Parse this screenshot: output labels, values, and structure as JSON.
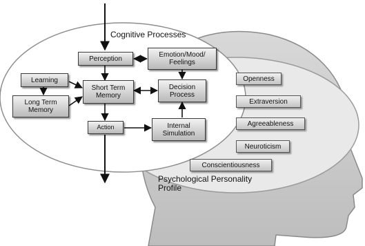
{
  "cognitive_title": "Cognitive Processes",
  "boxes": {
    "perception": "Perception",
    "emotion": "Emotion/Mood/ Feelings",
    "learning": "Learning",
    "short_term": "Short Term Memory",
    "decision": "Decision Process",
    "long_term": "Long Term Memory",
    "action": "Action",
    "simulation": "Internal Simulation"
  },
  "traits": [
    "Openness",
    "Extraversion",
    "Agreeableness",
    "Neuroticism",
    "Conscientiousness"
  ],
  "profile_label": "Psychological Personality Profile"
}
